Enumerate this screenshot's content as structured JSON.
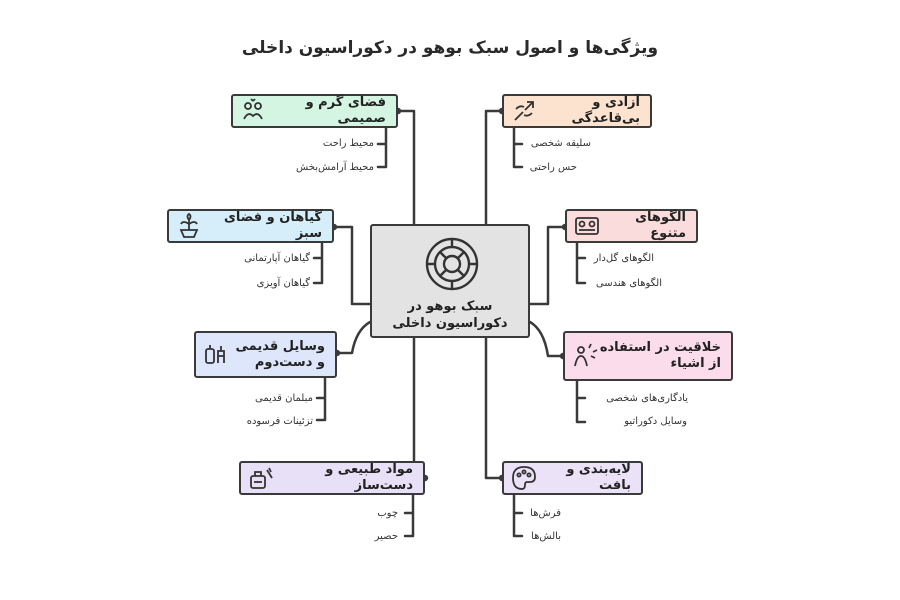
{
  "title": "ویژگی‌ها و اصول سبک بوهو در دکوراسیون داخلی",
  "center": {
    "label": "سبک بوهو در دکوراسیون داخلی",
    "icon": "ornament-icon"
  },
  "branches": [
    {
      "id": "warm",
      "label": "فضای گرم و صمیمی",
      "color": "#d4f5e2",
      "icon": "people-heart-icon",
      "leaves": [
        "محیط راحت",
        "محیط آرامش‌بخش"
      ]
    },
    {
      "id": "plants",
      "label": "گیاهان و فضای سبز",
      "color": "#d6eef9",
      "icon": "plant-icon",
      "leaves": [
        "گیاهان آپارتمانی",
        "گیاهان آویزی"
      ]
    },
    {
      "id": "vintage",
      "label": "وسایل قدیمی و دست‌دوم",
      "color": "#dde6fa",
      "icon": "vintage-icon",
      "leaves": [
        "مبلمان قدیمی",
        "تزئینات فرسوده"
      ]
    },
    {
      "id": "natural",
      "label": "مواد طبیعی و دست‌ساز",
      "color": "#e8e0f6",
      "icon": "craft-icon",
      "leaves": [
        "چوب",
        "حصیر"
      ]
    },
    {
      "id": "freedom",
      "label": "آزادی و بی‌قاعدگی",
      "color": "#fbe3cf",
      "icon": "broken-arrow-icon",
      "leaves": [
        "سلیقه شخصی",
        "حس راحتی"
      ]
    },
    {
      "id": "patterns",
      "label": "الگوهای متنوع",
      "color": "#fbdcdc",
      "icon": "pattern-icon",
      "leaves": [
        "الگوهای گل‌دار",
        "الگوهای هندسی"
      ]
    },
    {
      "id": "creative",
      "label": "خلاقیت در استفاده از اشیاء",
      "color": "#fbdcea",
      "icon": "creativity-icon",
      "leaves": [
        "یادگاری‌های شخصی",
        "وسایل دکوراتیو"
      ]
    },
    {
      "id": "layers",
      "label": "لایه‌بندی و بافت",
      "color": "#ebe2f8",
      "icon": "palette-icon",
      "leaves": [
        "فرش‌ها",
        "بالش‌ها"
      ]
    }
  ]
}
